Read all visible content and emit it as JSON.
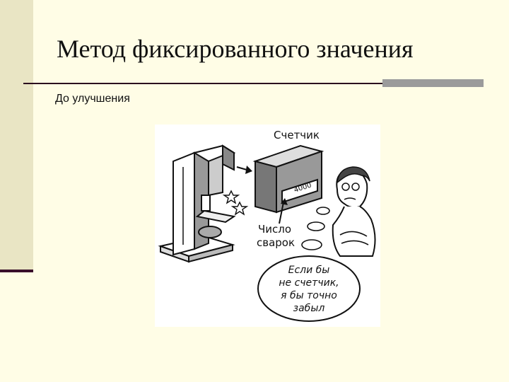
{
  "slide": {
    "title": "Метод фиксированного значения",
    "subtitle": "До улучшения"
  },
  "illustration": {
    "counter_label": "Счетчик",
    "counter_value": "4000",
    "number_label_line1": "Число",
    "number_label_line2": "сварок",
    "bubble_line1": "Если бы",
    "bubble_line2": "не счетчик,",
    "bubble_line3": "я бы точно",
    "bubble_line4": "забыл"
  },
  "colors": {
    "background": "#fffde6",
    "band": "#e9e5c4",
    "rule_dark": "#2b0a1e",
    "rule_gray": "#9b9b9b"
  }
}
